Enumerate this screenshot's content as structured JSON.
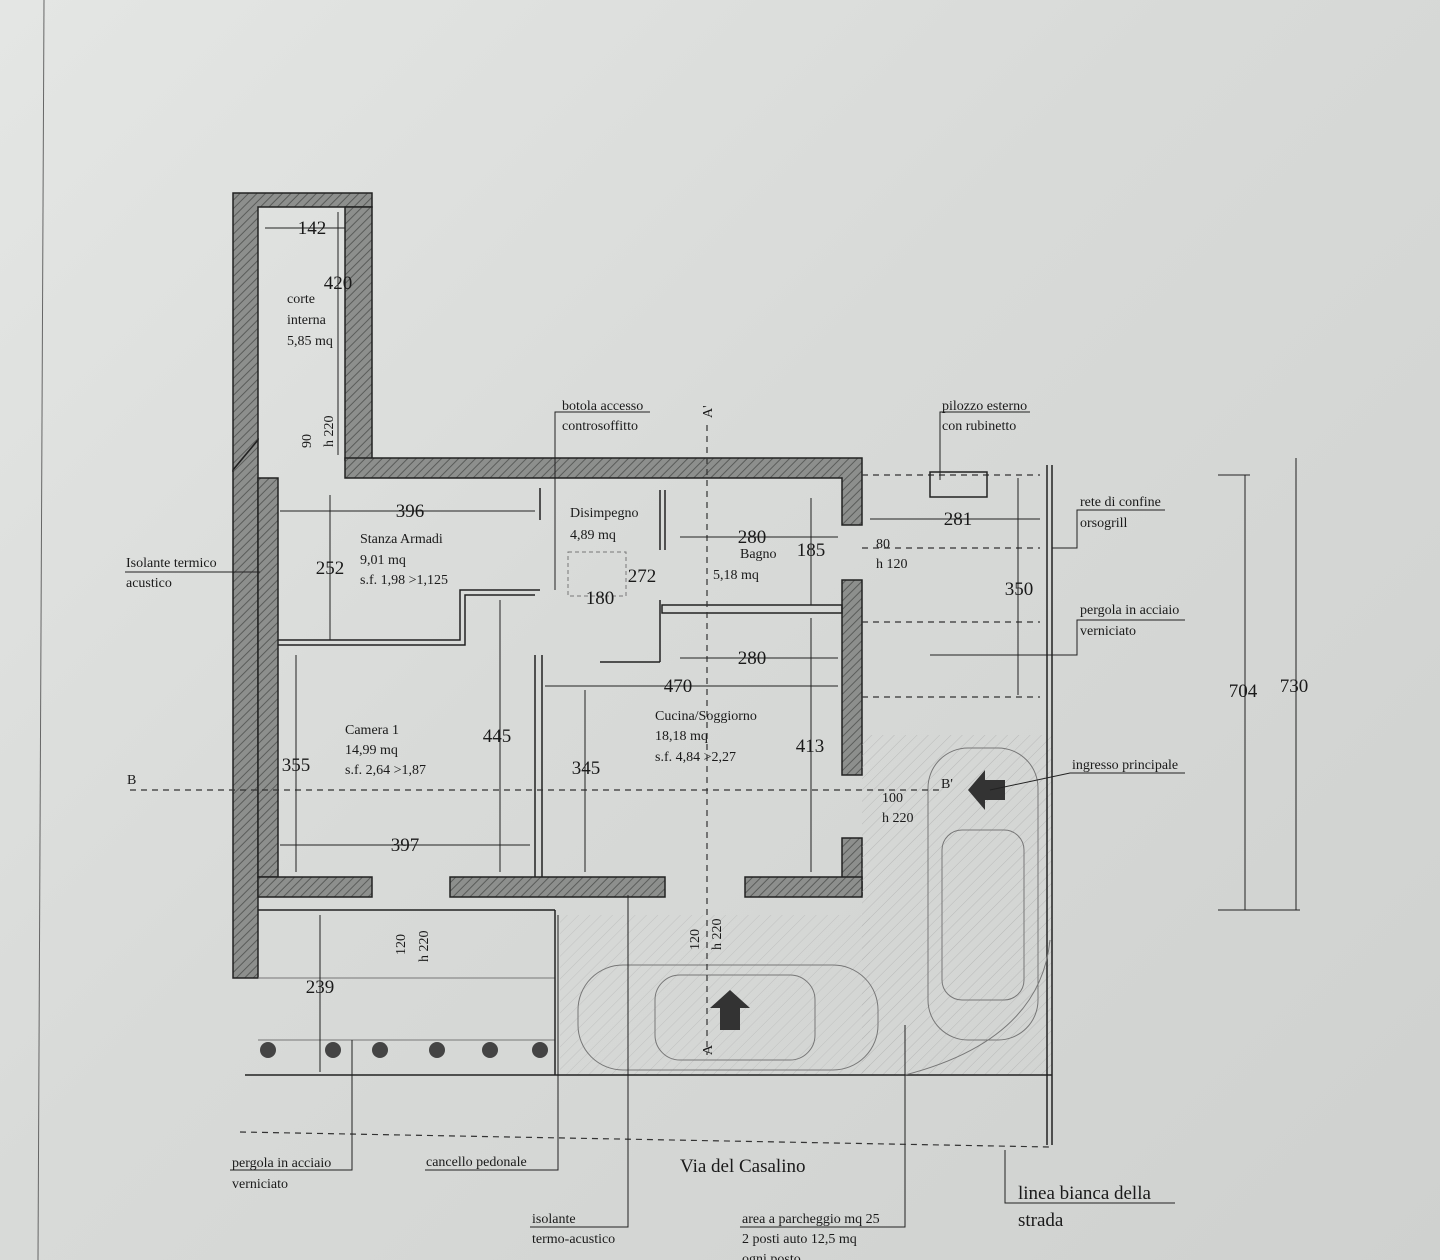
{
  "court": {
    "width": "142",
    "length": "420",
    "label1": "corte",
    "label2": "interna",
    "area": "5,85 mq",
    "opening": "90",
    "opening_h": "h 220"
  },
  "notes": {
    "botola1": "botola accesso",
    "botola2": "controsoffitto",
    "pilozzo1": "pilozzo esterno",
    "pilozzo2": "con rubinetto",
    "rete1": "rete di confine",
    "rete2": "orsogrill",
    "pergola_r1": "pergola in acciaio",
    "pergola_r2": "verniciato",
    "isolante_l1": "Isolante termico",
    "isolante_l2": "acustico",
    "ingresso": "ingresso principale",
    "pergola_b1": "pergola  in acciaio",
    "pergola_b2": "verniciato",
    "cancello": "cancello pedonale",
    "street": "Via del Casalino",
    "linea1": "linea bianca della",
    "linea2": "strada",
    "isolante_b1": "isolante",
    "isolante_b2": "termo-acustico",
    "parcheggio1": "area a parcheggio mq 25",
    "parcheggio2": "2 posti auto 12,5 mq",
    "parcheggio3": "ogni posto"
  },
  "sections": {
    "a_top": "A'",
    "a_bottom": "A",
    "b_left": "B",
    "b_right": "B'"
  },
  "rooms": {
    "stanza": {
      "name": "Stanza Armadi",
      "area": "9,01 mq",
      "sf": "s.f. 1,98 >1,125",
      "w": "396",
      "h": "252"
    },
    "disimpegno": {
      "name": "Disimpegno",
      "area": "4,89 mq",
      "d1": "272",
      "d2": "180"
    },
    "bagno": {
      "name": "Bagno",
      "area": "5,18 mq",
      "w": "280",
      "h": "185",
      "win": "80",
      "win_h": "h 120"
    },
    "camera": {
      "name": "Camera 1",
      "area": "14,99 mq",
      "sf": "s.f. 2,64 >1,87",
      "w": "397",
      "h": "355",
      "h2": "445"
    },
    "cucina": {
      "name": "Cucina/Soggiorno",
      "area": "18,18 mq",
      "sf": "s.f. 4,84 >2,27",
      "w": "280",
      "w2": "470",
      "h": "413",
      "h2": "345",
      "door": "100",
      "door_h": "h 220"
    }
  },
  "exterior": {
    "d281": "281",
    "d350": "350",
    "d704": "704",
    "d730": "730",
    "d239": "239",
    "w1": "120",
    "w1h": "h 220",
    "w2": "120",
    "w2h": "h 220"
  }
}
